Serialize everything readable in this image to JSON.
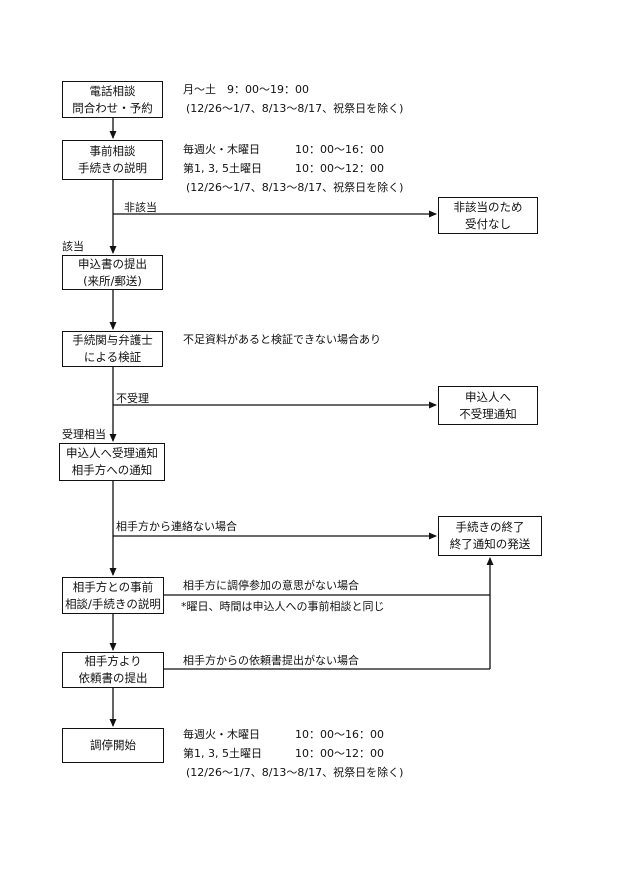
{
  "steps": {
    "phone": [
      "電話相談",
      "問合わせ・予約"
    ],
    "pre_consult": [
      "事前相談",
      "手続きの説明"
    ],
    "apply": [
      "申込書の提出",
      "(来所/郵送)"
    ],
    "verify": [
      "手続関与弁護士",
      "による検証"
    ],
    "notify": [
      "申込人へ受理通知",
      "相手方への通知"
    ],
    "resp_consult": [
      "相手方との事前",
      "相談/手続きの説明"
    ],
    "request": [
      "相手方より",
      "依頼書の提出"
    ],
    "start": [
      "調停開始"
    ]
  },
  "outcomes": {
    "not_eligible": [
      "非該当のため",
      "受付なし"
    ],
    "rejected": [
      "申込人へ",
      "不受理通知"
    ],
    "end": [
      "手続きの終了",
      "終了通知の発送"
    ]
  },
  "schedules": {
    "phone": {
      "line1": "月～土　9：00～19：00",
      "excl": "(12/26～1/7、8/13～8/17、祝祭日を除く)"
    },
    "pre_consult": {
      "row1_label": "毎週火・木曜日",
      "row1_time": "10：00～16：00",
      "row2_label": "第1, 3, 5土曜日",
      "row2_time": "10：00～12：00",
      "excl": "(12/26～1/7、8/13～8/17、祝祭日を除く)"
    },
    "start": {
      "row1_label": "毎週火・木曜日",
      "row1_time": "10：00～16：00",
      "row2_label": "第1, 3, 5土曜日",
      "row2_time": "10：00～12：00",
      "excl": "(12/26～1/7、8/13～8/17、祝祭日を除く)"
    }
  },
  "branch_labels": {
    "not_applicable": "非該当",
    "applicable": "該当",
    "not_accepted": "不受理",
    "accepted": "受理相当",
    "no_contact": "相手方から連絡ない場合",
    "no_intent": "相手方に調停参加の意思がない場合",
    "no_request": "相手方からの依頼書提出がない場合"
  },
  "notes": {
    "verify_note": "不足資料があると検証できない場合あり",
    "weekday_note": "*曜日、時間は申込人への事前相談と同じ"
  }
}
